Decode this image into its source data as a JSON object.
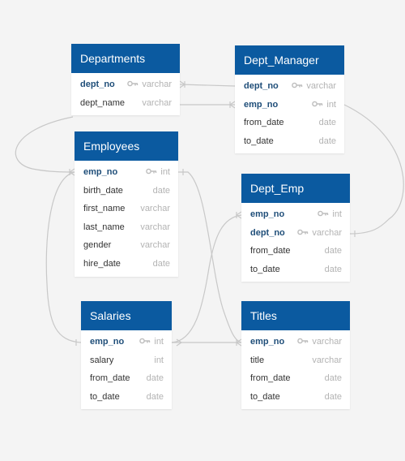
{
  "tables": {
    "departments": {
      "title": "Departments",
      "fields": [
        {
          "name": "dept_no",
          "type": "varchar",
          "key": true
        },
        {
          "name": "dept_name",
          "type": "varchar",
          "key": false
        }
      ]
    },
    "dept_manager": {
      "title": "Dept_Manager",
      "fields": [
        {
          "name": "dept_no",
          "type": "varchar",
          "key": true
        },
        {
          "name": "emp_no",
          "type": "int",
          "key": true
        },
        {
          "name": "from_date",
          "type": "date",
          "key": false
        },
        {
          "name": "to_date",
          "type": "date",
          "key": false
        }
      ]
    },
    "employees": {
      "title": "Employees",
      "fields": [
        {
          "name": "emp_no",
          "type": "int",
          "key": true
        },
        {
          "name": "birth_date",
          "type": "date",
          "key": false
        },
        {
          "name": "first_name",
          "type": "varchar",
          "key": false
        },
        {
          "name": "last_name",
          "type": "varchar",
          "key": false
        },
        {
          "name": "gender",
          "type": "varchar",
          "key": false
        },
        {
          "name": "hire_date",
          "type": "date",
          "key": false
        }
      ]
    },
    "dept_emp": {
      "title": "Dept_Emp",
      "fields": [
        {
          "name": "emp_no",
          "type": "int",
          "key": true
        },
        {
          "name": "dept_no",
          "type": "varchar",
          "key": true
        },
        {
          "name": "from_date",
          "type": "date",
          "key": false
        },
        {
          "name": "to_date",
          "type": "date",
          "key": false
        }
      ]
    },
    "salaries": {
      "title": "Salaries",
      "fields": [
        {
          "name": "emp_no",
          "type": "int",
          "key": true
        },
        {
          "name": "salary",
          "type": "int",
          "key": false
        },
        {
          "name": "from_date",
          "type": "date",
          "key": false
        },
        {
          "name": "to_date",
          "type": "date",
          "key": false
        }
      ]
    },
    "titles": {
      "title": "Titles",
      "fields": [
        {
          "name": "emp_no",
          "type": "varchar",
          "key": true
        },
        {
          "name": "title",
          "type": "varchar",
          "key": false
        },
        {
          "name": "from_date",
          "type": "date",
          "key": false
        },
        {
          "name": "to_date",
          "type": "date",
          "key": false
        }
      ]
    }
  },
  "relationships": [
    {
      "from": "departments.dept_no",
      "to": "dept_manager.dept_no"
    },
    {
      "from": "departments.dept_name",
      "to": "dept_manager.emp_no"
    },
    {
      "from": "departments.dept_name",
      "to": "employees.emp_no"
    },
    {
      "from": "dept_manager.emp_no",
      "to": "dept_emp.dept_no"
    },
    {
      "from": "employees.emp_no",
      "to": "salaries.emp_no"
    },
    {
      "from": "employees.emp_no",
      "to": "titles.emp_no"
    },
    {
      "from": "salaries.emp_no",
      "to": "dept_emp.emp_no"
    },
    {
      "from": "salaries.emp_no",
      "to": "titles.emp_no"
    }
  ],
  "colors": {
    "header_bg": "#0b5aa0",
    "header_text": "#ffffff",
    "key_field": "#1f4e79",
    "type_text": "#b3b3b3",
    "connector": "#c8c8c8",
    "background": "#f4f4f4"
  }
}
